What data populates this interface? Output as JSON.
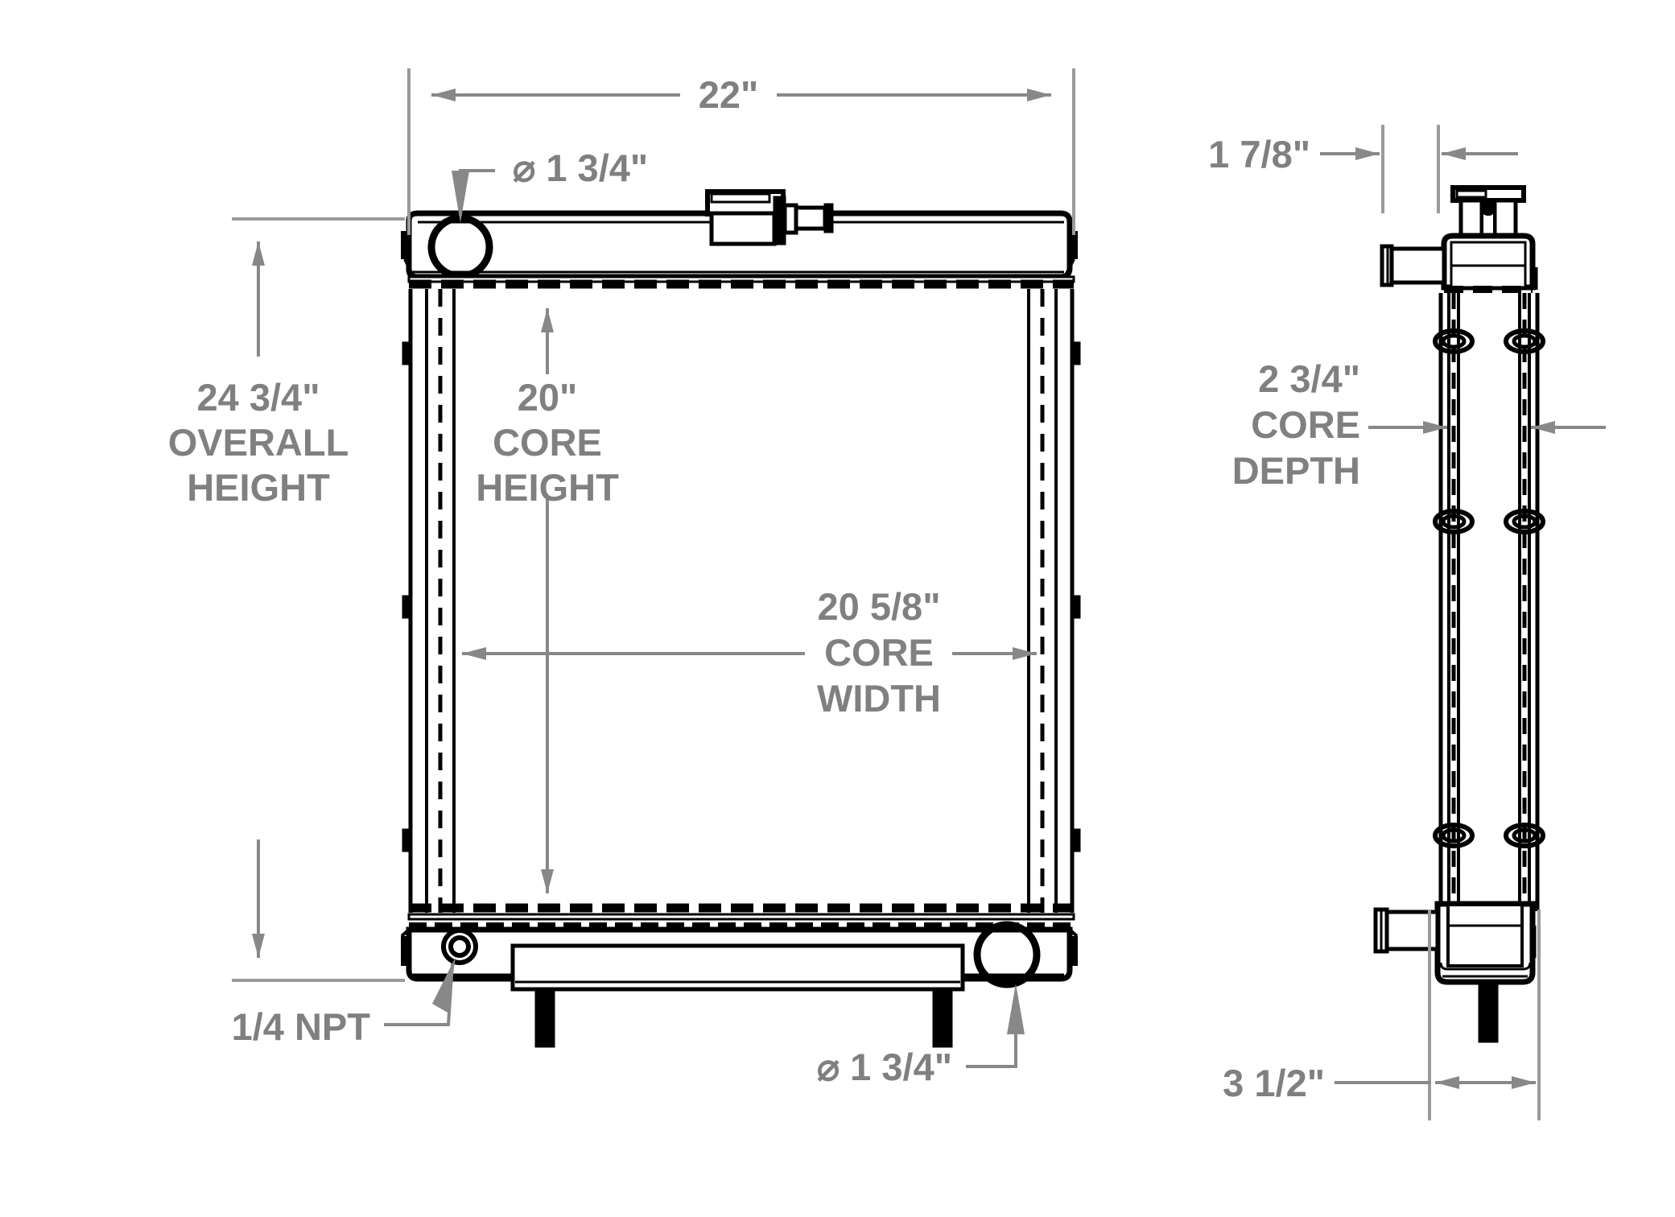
{
  "drawing": {
    "title": "Radiator Dimensional Drawing",
    "colors": {
      "dimension_text": "#808080",
      "dimension_line": "#888888",
      "extension_line": "#9a9a9a",
      "object_line": "#000000",
      "background": "#ffffff"
    },
    "views": [
      {
        "name": "front-view",
        "label": ""
      },
      {
        "name": "side-view",
        "label": ""
      }
    ],
    "dimensions": {
      "overall_width": {
        "value": "22\"",
        "view": "front-view",
        "orientation": "horizontal"
      },
      "overall_height": {
        "value": "24 3/4\"",
        "line2": "OVERALL",
        "line3": "HEIGHT",
        "view": "front-view",
        "orientation": "vertical"
      },
      "core_height": {
        "value": "20\"",
        "line2": "CORE",
        "line3": "HEIGHT",
        "view": "front-view",
        "orientation": "vertical"
      },
      "core_width": {
        "value": "20 5/8\"",
        "line2": "CORE",
        "line3": "WIDTH",
        "view": "front-view",
        "orientation": "horizontal"
      },
      "inlet_diameter_top": {
        "value": "⌀ 1 3/4\"",
        "view": "front-view",
        "orientation": "leader"
      },
      "outlet_diameter_bottom": {
        "value": "⌀ 1 3/4\"",
        "view": "front-view",
        "orientation": "leader"
      },
      "drain_port": {
        "value": "1/4 NPT",
        "view": "front-view",
        "orientation": "leader"
      },
      "neck_offset": {
        "value": "1 7/8\"",
        "view": "side-view",
        "orientation": "horizontal"
      },
      "core_depth": {
        "value": "2 3/4\"",
        "line2": "CORE",
        "line3": "DEPTH",
        "view": "side-view",
        "orientation": "horizontal"
      },
      "overall_depth": {
        "value": "3 1/2\"",
        "view": "side-view",
        "orientation": "horizontal"
      }
    }
  }
}
